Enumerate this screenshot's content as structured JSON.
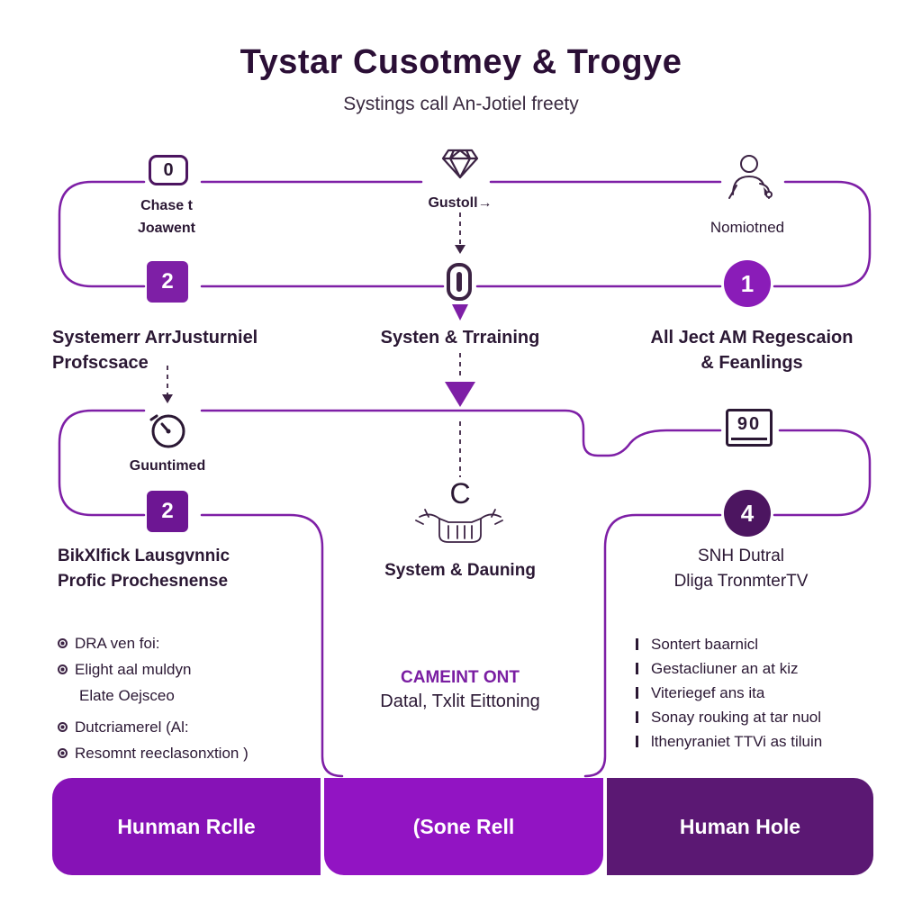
{
  "header": {
    "title": "Tystar Cusotmey & Trogye",
    "subtitle": "Systings call An-Jotiel freety"
  },
  "colors": {
    "primary": "#7e1fa6",
    "bright": "#8a1cb8",
    "dark": "#4c1560",
    "text": "#2b1834"
  },
  "top_row": {
    "left": {
      "icon_glyph": "0",
      "icon": "zero-tag-icon",
      "label_line1": "Chase t",
      "label_line2": "Joawent"
    },
    "center": {
      "icon": "diamond-icon",
      "label": "Gustoll→"
    },
    "right": {
      "icon": "person-icon",
      "label": "Nomiotned"
    }
  },
  "row2": {
    "left": {
      "badge": "2",
      "title_line1": "Systemerr ArrJusturniel",
      "title_line2": "Profscsace"
    },
    "center": {
      "badge": "0",
      "title": "Systen & Trraining"
    },
    "right": {
      "badge": "1",
      "title_line1": "All Ject AM Regescaion",
      "title_line2": "& Feanlings"
    }
  },
  "row3": {
    "left": {
      "icon": "timer-icon",
      "label": "Guuntimed"
    },
    "right": {
      "icon_text": "90",
      "icon": "counter-display-icon"
    }
  },
  "columns": {
    "left": {
      "badge": "2",
      "title_line1": "BikXlfick Lausgvnnic",
      "title_line2": "Profic Prochesnense",
      "bullets": [
        {
          "text": "DRA ven foi:",
          "dot": true
        },
        {
          "text": "Elight aal muldyn",
          "dot": true
        },
        {
          "text": "Elate Oejsceo",
          "dot": false
        },
        {
          "text": "Dutcriamerel (Al:",
          "dot": true
        },
        {
          "text": "Resomnt reeclasonxtion )",
          "dot": true
        }
      ]
    },
    "center": {
      "icon_glyph": "C",
      "icon": "network-machine-icon",
      "title": "System & Dauning",
      "accent_heading": "CAMEINT ONT",
      "subtext": "Datal, Txlit Eittoning"
    },
    "right": {
      "badge": "4",
      "title_line1": "SNH Dutral",
      "title_line2": "Dliga TronmterTV",
      "bullets": [
        "Sontert baarnicl",
        "Gestacliuner an at kiz",
        "Viteriegef ans ita",
        "Sonay rouking at tar nuol",
        "lthenyraniet TTVi as tiluin"
      ]
    }
  },
  "footer": {
    "left": "Hunman Rclle",
    "center": "(Sone Rell",
    "right": "Human Hole"
  }
}
